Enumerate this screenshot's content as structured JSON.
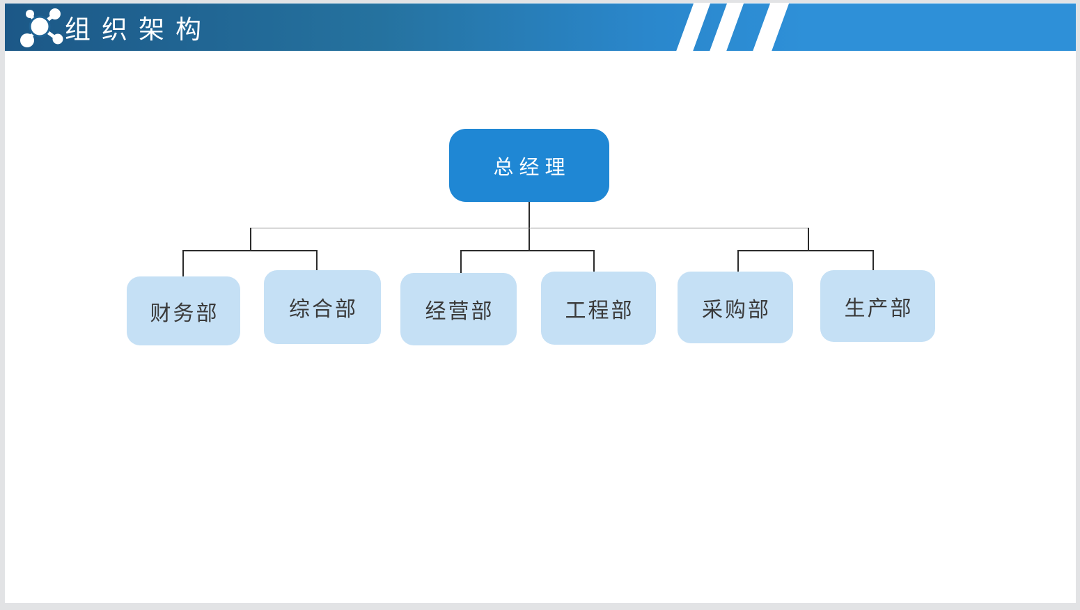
{
  "header": {
    "title": "组织架构",
    "icon": "org-network-icon",
    "colors": {
      "gradient_left": "#1c5887",
      "gradient_right": "#2e90d8",
      "stripes": "#ffffff",
      "title_text": "#ffffff"
    }
  },
  "org_chart": {
    "type": "tree",
    "root": {
      "label": "总经理",
      "fill": "#1f87d4",
      "text_color": "#ffffff"
    },
    "departments": [
      {
        "label": "财务部"
      },
      {
        "label": "综合部"
      },
      {
        "label": "经营部"
      },
      {
        "label": "工程部"
      },
      {
        "label": "采购部"
      },
      {
        "label": "生产部"
      }
    ],
    "department_fill": "#c5e0f5",
    "department_text_color": "#3a3a3a",
    "connector_color": "#2b2b2b",
    "trunk_line_color": "#8f8f8f"
  },
  "page": {
    "background": "#e2e3e5",
    "slide_background": "#ffffff"
  }
}
